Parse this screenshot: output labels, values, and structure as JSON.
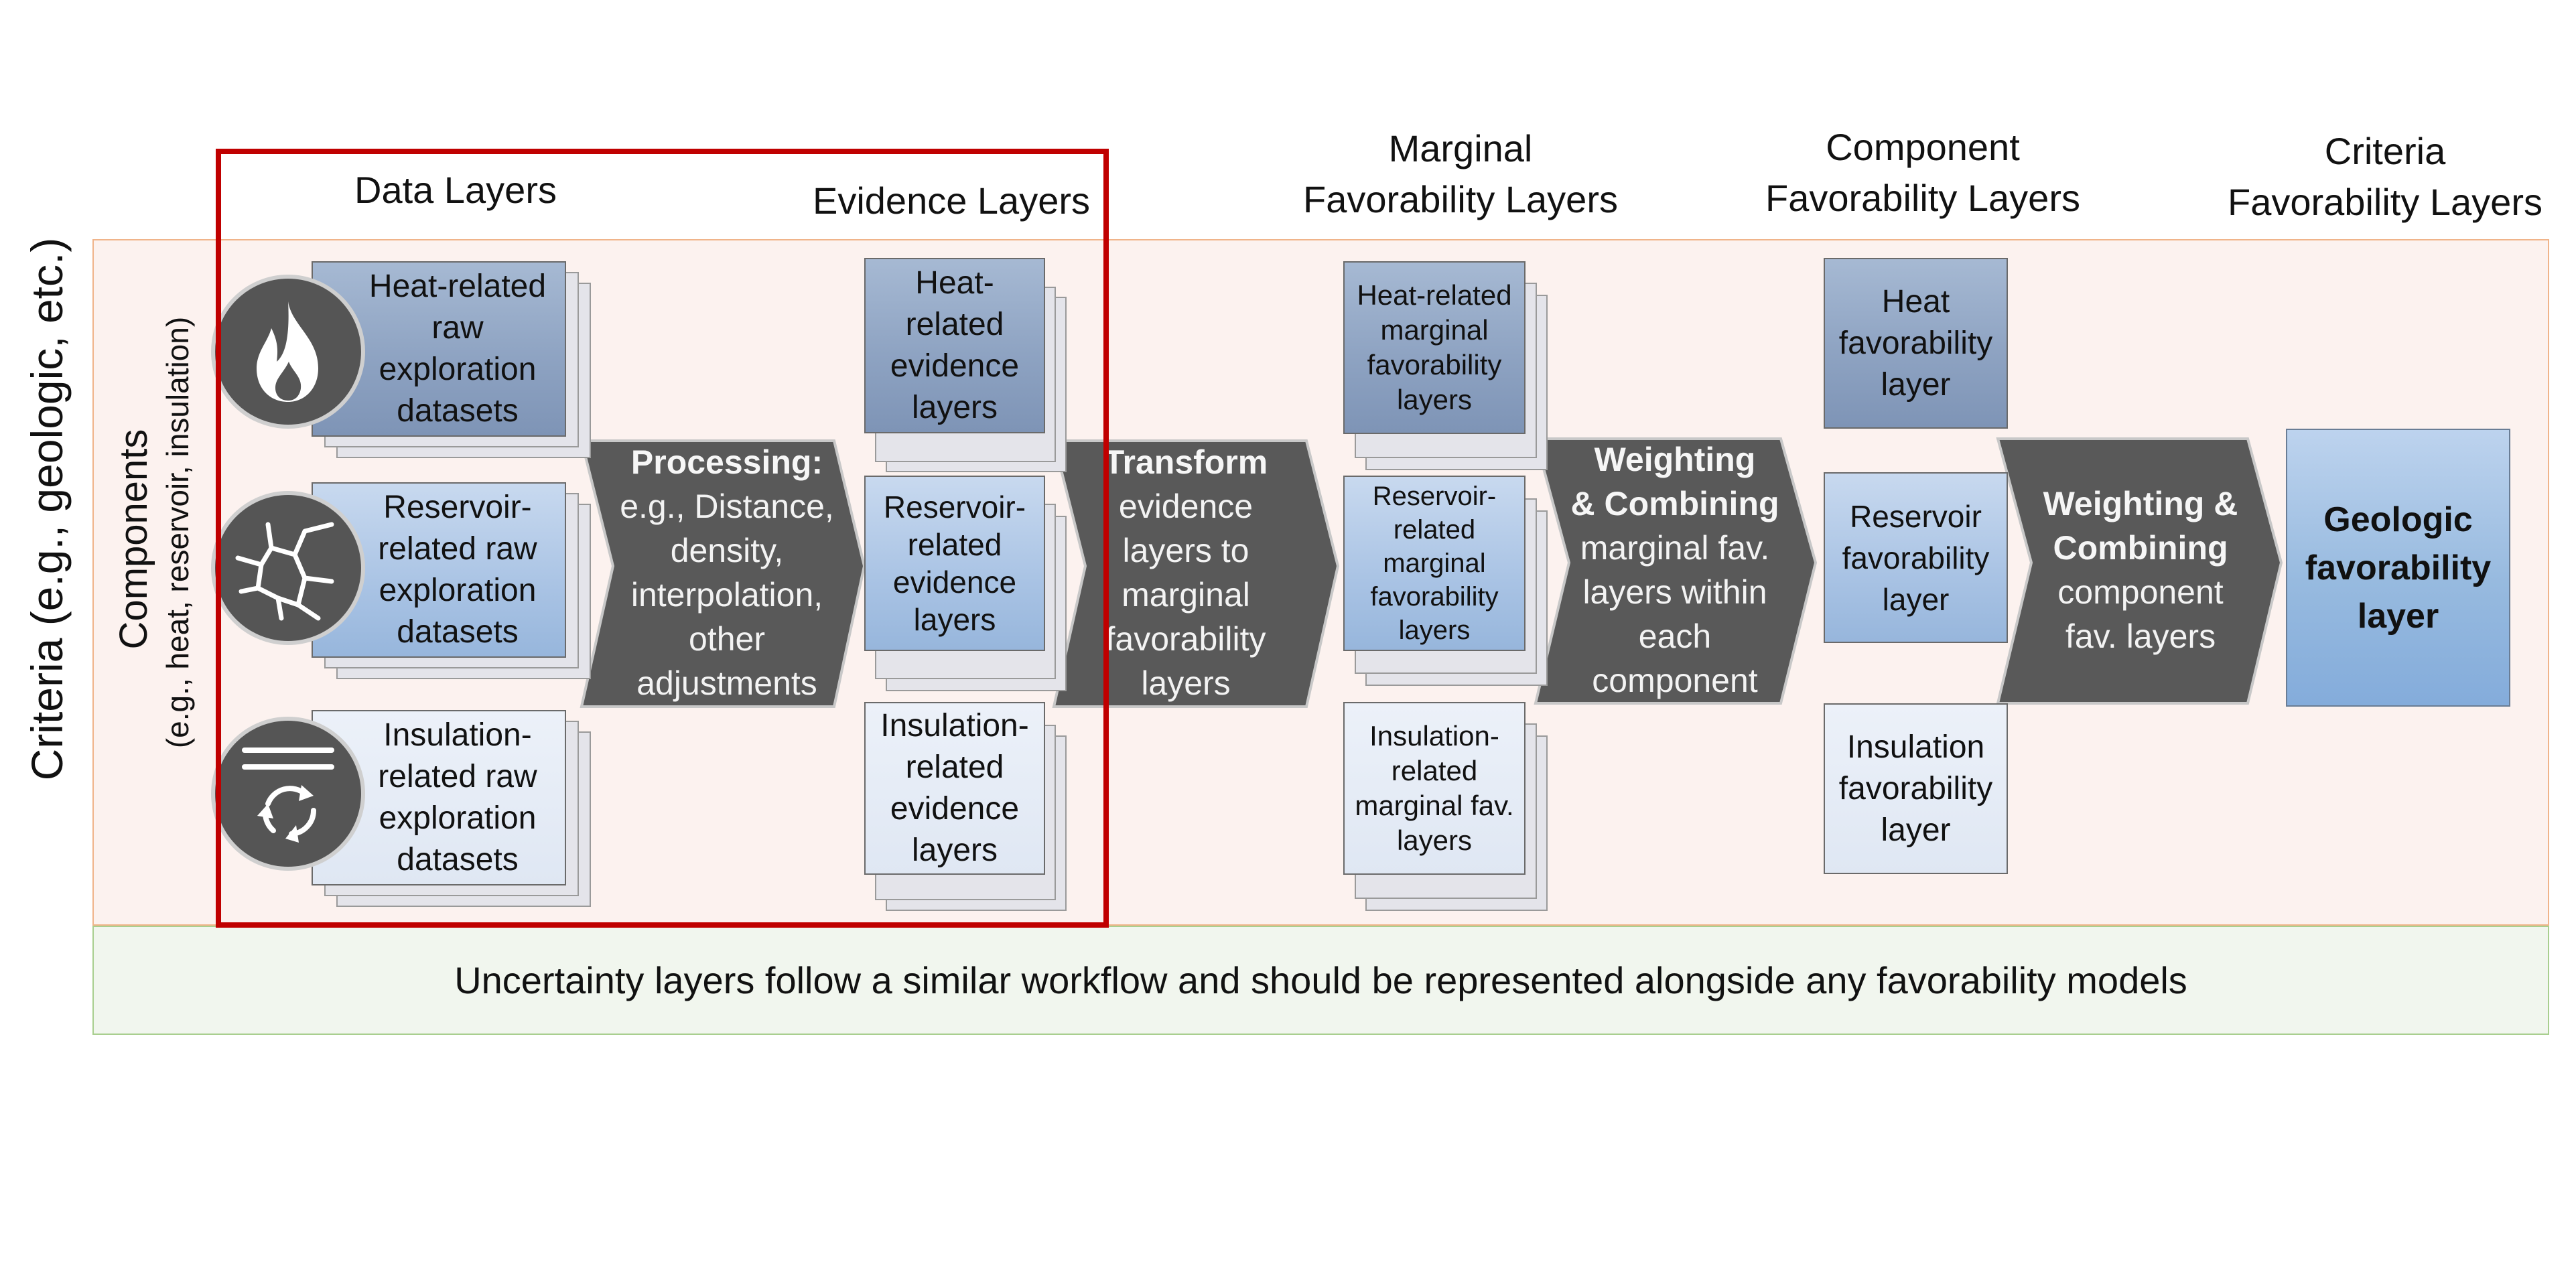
{
  "criteria_label": "Criteria (e.g.,  geologic, etc.)",
  "components_label": "Components",
  "components_sub": "(e.g.,  heat, reservoir, insulation)",
  "headers": {
    "data_layers": "Data Layers",
    "evidence_layers": "Evidence Layers",
    "marginal_1": "Marginal",
    "marginal_2": "Favorability Layers",
    "component_1": "Component",
    "component_2": "Favorability Layers",
    "criteria_1": "Criteria",
    "criteria_2": "Favorability Layers"
  },
  "data_layers": {
    "heat": [
      "Heat-related",
      "raw",
      "exploration",
      "datasets"
    ],
    "reservoir": [
      "Reservoir-",
      "related raw",
      "exploration",
      "datasets"
    ],
    "insulation": [
      "Insulation-",
      "related raw",
      "exploration",
      "datasets"
    ]
  },
  "evidence_layers": {
    "heat": [
      "Heat-",
      "related",
      "evidence",
      "layers"
    ],
    "reservoir": [
      "Reservoir-",
      "related",
      "evidence",
      "layers"
    ],
    "insulation": [
      "Insulation-",
      "related",
      "evidence",
      "layers"
    ]
  },
  "marginal_layers": {
    "heat": [
      "Heat-related",
      "marginal",
      "favorability",
      "layers"
    ],
    "reservoir": [
      "Reservoir-",
      "related",
      "marginal",
      "favorability",
      "layers"
    ],
    "insulation": [
      "Insulation-",
      "related",
      "marginal fav.",
      "layers"
    ]
  },
  "component_layers": {
    "heat": [
      "Heat",
      "favorability",
      "layer"
    ],
    "reservoir": [
      "Reservoir",
      "favorability",
      "layer"
    ],
    "insulation": [
      "Insulation",
      "favorability",
      "layer"
    ]
  },
  "criteria_layer": [
    "Geologic",
    "favorability",
    "layer"
  ],
  "steps": {
    "processing": {
      "title": "Processing:",
      "lines": [
        "e.g., Distance,",
        "density,",
        "interpolation,",
        "other",
        "adjustments"
      ]
    },
    "transform": {
      "title": "Transform",
      "lines": [
        "evidence",
        "layers to",
        "marginal",
        "favorability",
        "layers"
      ]
    },
    "weight1": {
      "title1": "Weighting",
      "title2": "& Combining",
      "lines": [
        "marginal fav.",
        "layers within",
        "each",
        "component"
      ]
    },
    "weight2": {
      "title1": "Weighting &",
      "title2": "Combining",
      "lines": [
        "component",
        "fav. layers"
      ]
    }
  },
  "uncertainty_note": "Uncertainty layers follow a similar workflow and should be represented alongside any favorability models",
  "icons": {
    "heat": "flame-icon",
    "reservoir": "fracture-icon",
    "insulation": "insulation-cycle-icon"
  },
  "colors": {
    "arrow": "#595959",
    "red_highlight": "#c00000",
    "main_band": "#fcf2ef",
    "uncertainty_band": "#f1f6ee"
  }
}
